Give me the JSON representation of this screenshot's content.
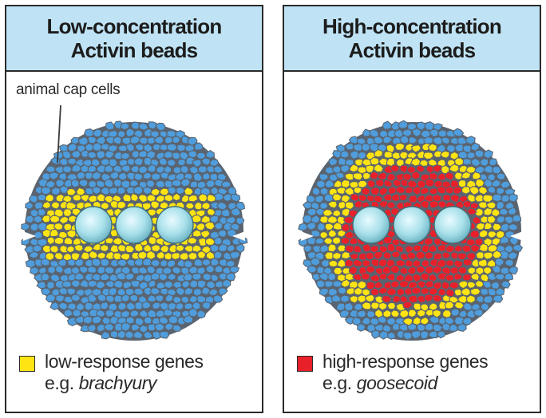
{
  "panels": [
    {
      "id": "left",
      "title_line1": "Low-concentration",
      "title_line2": "Activin beads",
      "callout": "animal cap cells",
      "legend_label": "low-response genes",
      "legend_eg": "e.g.",
      "legend_gene": "brachyury",
      "swatch_color": "#ffe414",
      "zones": [
        "blue",
        "yellow"
      ]
    },
    {
      "id": "right",
      "title_line1": "High-concentration",
      "title_line2": "Activin beads",
      "callout": "",
      "legend_label": "high-response genes",
      "legend_eg": "e.g.",
      "legend_gene": "goosecoid",
      "swatch_color": "#e8202a",
      "zones": [
        "blue",
        "yellow",
        "red"
      ]
    }
  ],
  "colors": {
    "cell_blue": "#4f9ddc",
    "cell_yellow": "#ffe414",
    "cell_red": "#e8202a",
    "cell_border": "#5a6470",
    "bead": "#a9e0ea"
  },
  "bead_count": 3
}
